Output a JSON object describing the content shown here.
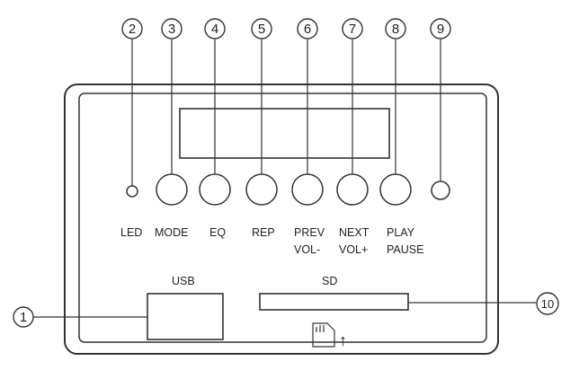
{
  "callouts": {
    "c1": "1",
    "c2": "2",
    "c3": "3",
    "c4": "4",
    "c5": "5",
    "c6": "6",
    "c7": "7",
    "c8": "8",
    "c9": "9",
    "c10": "10"
  },
  "labels": {
    "led": "LED",
    "mode": "MODE",
    "eq": "EQ",
    "rep": "REP",
    "prev": "PREV",
    "vol_minus": "VOL-",
    "next": "NEXT",
    "vol_plus": "VOL+",
    "play": "PLAY",
    "pause": "PAUSE",
    "usb": "USB",
    "sd": "SD"
  },
  "sd_insert_arrow": "↑"
}
